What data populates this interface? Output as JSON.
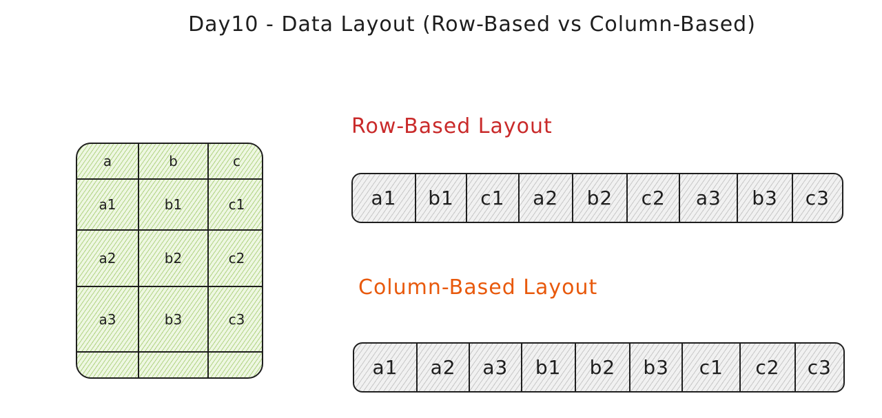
{
  "title": "Day10 - Data Layout (Row-Based vs Column-Based)",
  "table": {
    "headers": [
      "a",
      "b",
      "c"
    ],
    "rows": [
      [
        "a1",
        "b1",
        "c1"
      ],
      [
        "a2",
        "b2",
        "c2"
      ],
      [
        "a3",
        "b3",
        "c3"
      ],
      [
        "",
        "",
        ""
      ]
    ]
  },
  "row_layout": {
    "title": "Row-Based Layout",
    "title_color": "#c92a2a",
    "cells": [
      "a1",
      "b1",
      "c1",
      "a2",
      "b2",
      "c2",
      "a3",
      "b3",
      "c3"
    ]
  },
  "column_layout": {
    "title": "Column-Based Layout",
    "title_color": "#e8590c",
    "cells": [
      "a1",
      "a2",
      "a3",
      "b1",
      "b2",
      "b3",
      "c1",
      "c2",
      "c3"
    ]
  }
}
